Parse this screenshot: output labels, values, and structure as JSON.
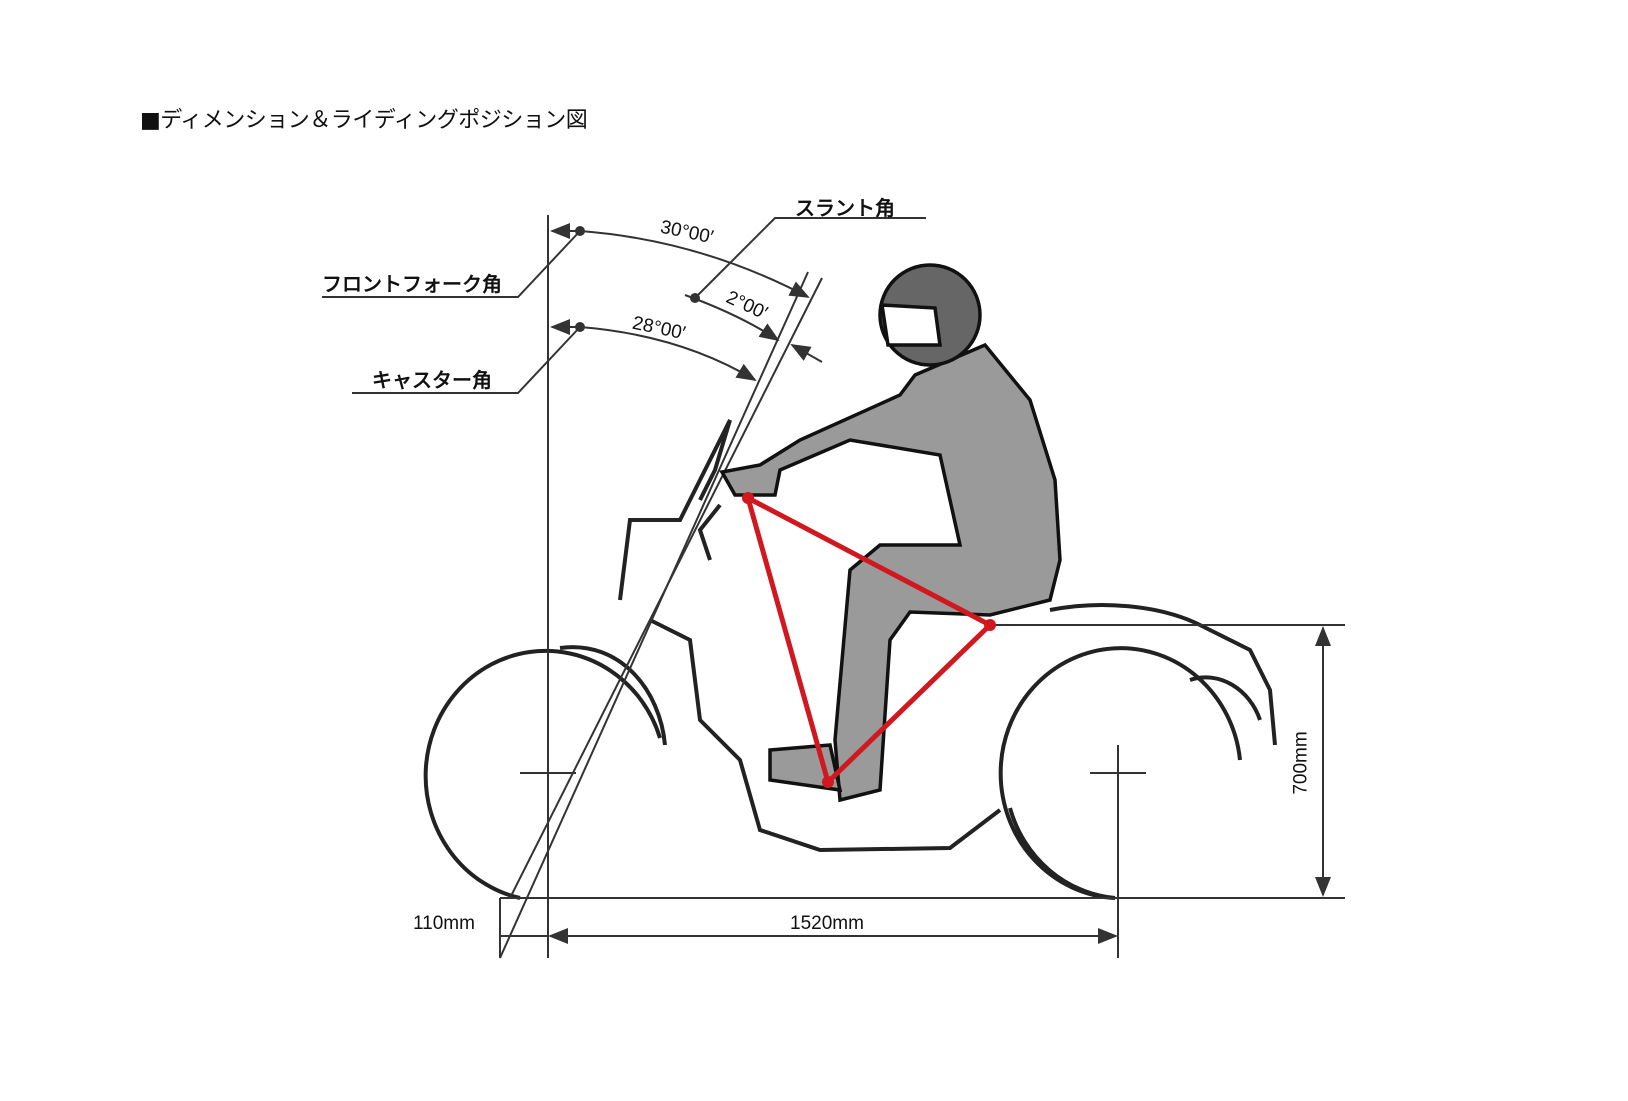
{
  "title": "■ディメンション＆ライディングポジション図",
  "labels": {
    "front_fork_angle": "フロントフォーク角",
    "slant_angle": "スラント角",
    "caster_angle": "キャスター角"
  },
  "values": {
    "front_fork_angle": "30°00′",
    "slant_angle": "2°00′",
    "caster_angle": "28°00′",
    "trail": "110mm",
    "wheelbase": "1520mm",
    "seat_height": "700mm"
  },
  "colors": {
    "line": "#333333",
    "rider": "#9a9a9a",
    "helmet": "#666666",
    "triangle": "#d0181e"
  }
}
